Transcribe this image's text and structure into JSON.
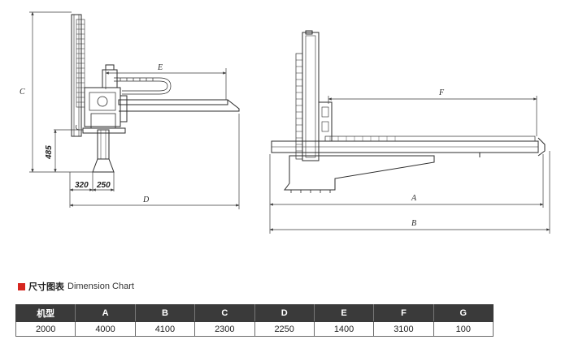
{
  "drawing": {
    "left_view": {
      "labels": {
        "c": "C",
        "e": "E",
        "d": "D",
        "h485": "485",
        "w320": "320",
        "w250": "250"
      }
    },
    "right_view": {
      "labels": {
        "f": "F",
        "a": "A",
        "b": "B"
      }
    },
    "colors": {
      "line": "#2b2b2b",
      "dim": "#3a3a3a"
    }
  },
  "section": {
    "title_cn": "尺寸图表",
    "title_en": "Dimension Chart",
    "accent_color": "#d6261f"
  },
  "table": {
    "headers": [
      "机型",
      "A",
      "B",
      "C",
      "D",
      "E",
      "F",
      "G"
    ],
    "rows": [
      [
        "2000",
        "4000",
        "4100",
        "2300",
        "2250",
        "1400",
        "3100",
        "100"
      ]
    ],
    "header_color": "#3a3a3a"
  }
}
